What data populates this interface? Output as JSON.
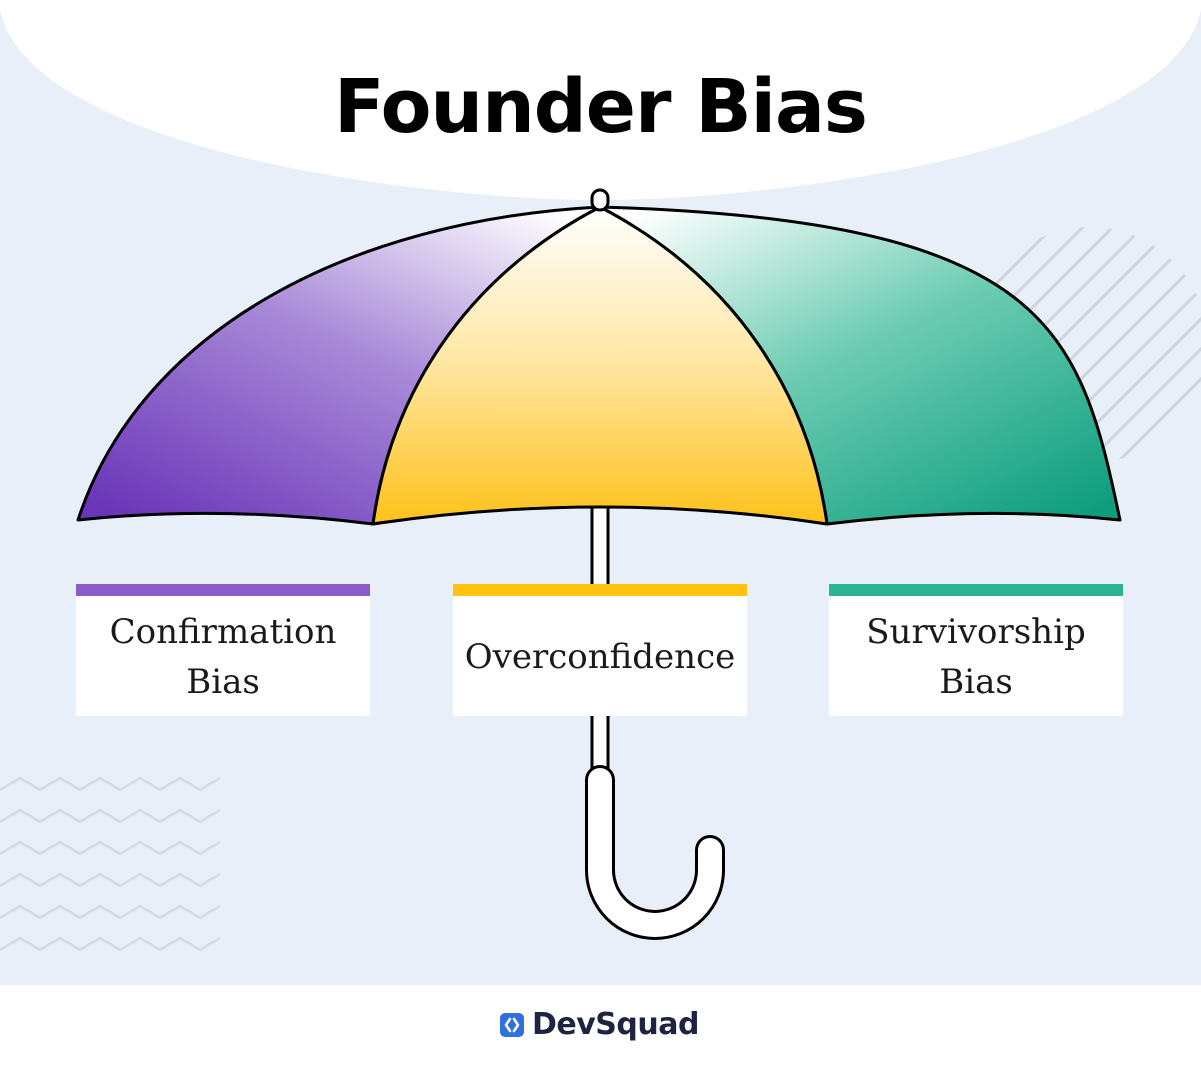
{
  "title": "Founder Bias",
  "colors": {
    "background": "#e8eff8",
    "purple": "#6a35b8",
    "yellow": "#ffc21a",
    "green": "#0e9e7e",
    "outline": "#000000"
  },
  "panels": [
    {
      "label": "Confirmation\nBias",
      "color": "#8a5cc9"
    },
    {
      "label": "Overconfidence",
      "color": "#ffc20e"
    },
    {
      "label": "Survivorship\nBias",
      "color": "#2bb494"
    }
  ],
  "brand": {
    "name": "DevSquad",
    "logo_icon": "devsquad-logo-icon",
    "logo_color": "#2f6fe0"
  }
}
